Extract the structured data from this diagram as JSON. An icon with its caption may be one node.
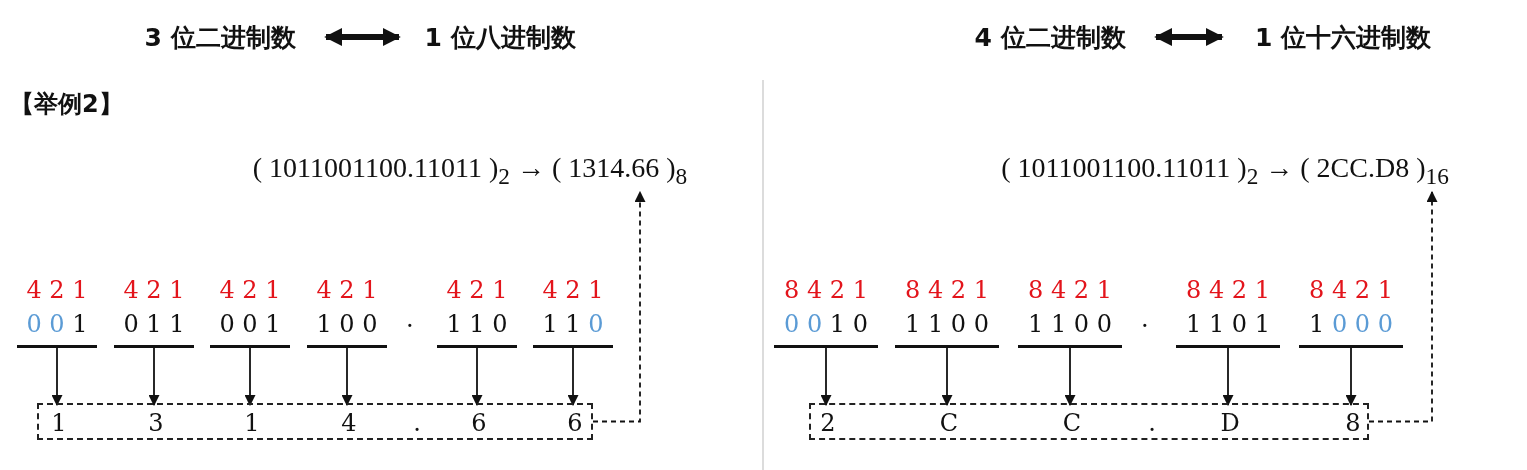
{
  "diagram": {
    "nodes": [
      {
        "text": [
          "3 位二进制数"
        ]
      },
      {
        "text": [
          "1 位八进制数"
        ]
      },
      {
        "text": [
          "4 位二进制数"
        ]
      },
      {
        "text": [
          "1 位十六进制数"
        ]
      },
      {
        "text": [
          "( 1011001100.11011 )$_{2}$ → ( 1314.66 )$_{8}$"
        ]
      },
      {
        "text": [
          "4 2 1",
          "0 0 1"
        ]
      },
      {
        "text": [
          "4 2 1",
          "0 1 1"
        ]
      },
      {
        "text": [
          "4 2 1",
          "0 0 1"
        ]
      },
      {
        "text": [
          "4 2 1",
          "1 0 0"
        ]
      },
      {
        "text": [
          "4 2 1",
          "1 1 0"
        ]
      },
      {
        "text": [
          "4 2 1",
          "1 1 0"
        ]
      },
      {
        "text": [],
        "shape": "box"
      },
      {
        "text": [
          "1"
        ],
        "in": 11
      },
      {
        "text": [
          "3"
        ],
        "in": 11
      },
      {
        "text": [
          "1"
        ],
        "in": 11
      },
      {
        "text": [
          "4"
        ],
        "in": 11
      },
      {
        "text": [
          "."
        ],
        "in": 11
      },
      {
        "text": [
          "6"
        ],
        "in": 11
      },
      {
        "text": [
          "6"
        ],
        "in": 11
      },
      {
        "text": [
          "( 1011001100.11011 )$_{2}$ → ( 2CC.D8 )$_{16}$"
        ]
      },
      {
        "text": [
          "8 4 2 1",
          "0 0 1 0"
        ]
      },
      {
        "text": [
          "8 4 2 1",
          "1 1 0 0"
        ]
      },
      {
        "text": [
          "8 4 2 1",
          "1 1 0 0"
        ]
      },
      {
        "text": [
          "8 4 2 1",
          "1 1 0 1"
        ]
      },
      {
        "text": [
          "8 4 2 1",
          "1 0 0 0"
        ]
      },
      {
        "text": [],
        "shape": "box"
      },
      {
        "text": [
          "2"
        ],
        "in": 25
      },
      {
        "text": [
          "C"
        ],
        "in": 25
      },
      {
        "text": [
          "C"
        ],
        "in": 25
      },
      {
        "text": [
          "."
        ],
        "in": 25
      },
      {
        "text": [
          "D"
        ],
        "in": 25
      },
      {
        "text": [
          "8"
        ],
        "in": 25
      }
    ],
    "edges": [
      {
        "from": 0,
        "to": 1,
        "arrow": "both",
        "style": "thick"
      },
      {
        "from": 2,
        "to": 3,
        "arrow": "both",
        "style": "thick"
      },
      {
        "from": 5,
        "to": 12,
        "arrow": "to"
      },
      {
        "from": 6,
        "to": 13,
        "arrow": "to"
      },
      {
        "from": 7,
        "to": 14,
        "arrow": "to"
      },
      {
        "from": 8,
        "to": 15,
        "arrow": "to"
      },
      {
        "from": 9,
        "to": 17,
        "arrow": "to"
      },
      {
        "from": 10,
        "to": 18,
        "arrow": "to"
      },
      {
        "from": 11,
        "to": 4,
        "arrow": "to",
        "style": "dashed"
      },
      {
        "from": 20,
        "to": 26,
        "arrow": "to"
      },
      {
        "from": 21,
        "to": 27,
        "arrow": "to"
      },
      {
        "from": 22,
        "to": 28,
        "arrow": "to"
      },
      {
        "from": 23,
        "to": 30,
        "arrow": "to"
      },
      {
        "from": 24,
        "to": 31,
        "arrow": "to"
      },
      {
        "from": 25,
        "to": 19,
        "arrow": "to",
        "style": "dashed"
      }
    ],
    "labels": [
      "【举例2】",
      ".",
      "."
    ]
  }
}
